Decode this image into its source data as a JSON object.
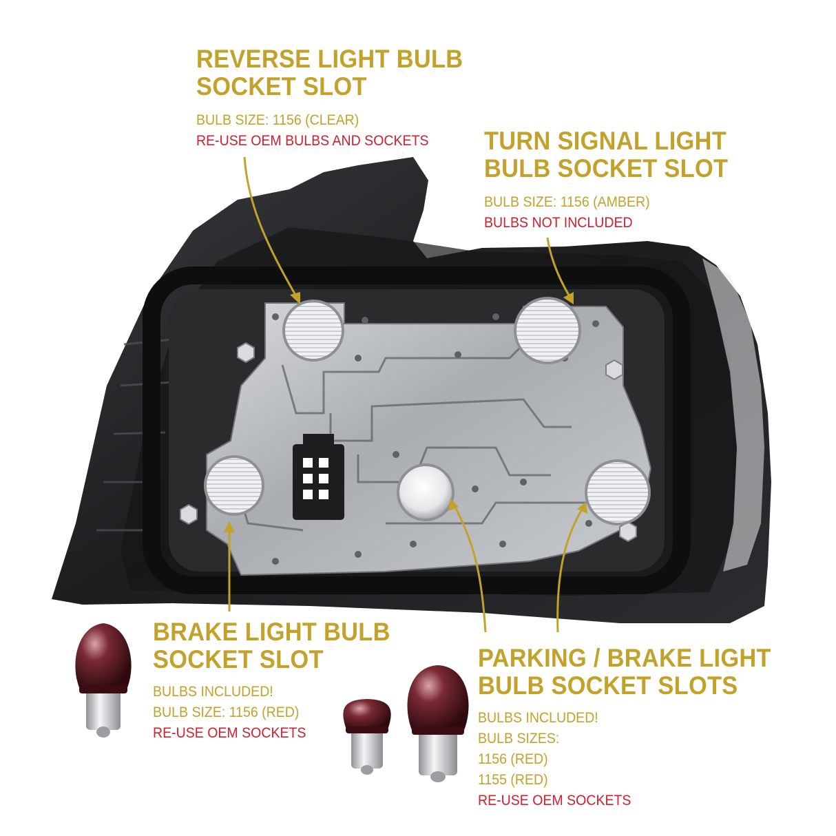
{
  "colors": {
    "heading": "#c2a22a",
    "info": "#c2a22a",
    "warning": "#cf2030",
    "background": "#ffffff"
  },
  "callouts": {
    "reverse": {
      "title_line1": "REVERSE LIGHT BULB",
      "title_line2": "SOCKET SLOT",
      "lines": [
        "BULB SIZE: 1156 (CLEAR)"
      ],
      "warning": "RE-USE OEM BULBS AND SOCKETS"
    },
    "turn": {
      "title_line1": "TURN SIGNAL LIGHT",
      "title_line2": "BULB SOCKET SLOT",
      "lines": [
        "BULB SIZE: 1156 (AMBER)"
      ],
      "warning": "BULBS NOT INCLUDED"
    },
    "brake": {
      "title_line1": "BRAKE LIGHT BULB",
      "title_line2": "SOCKET SLOT",
      "lines": [
        "BULBS INCLUDED!",
        "BULB SIZE: 1156 (RED)"
      ],
      "warning": "RE-USE OEM SOCKETS"
    },
    "parking": {
      "title_line1": "PARKING / BRAKE LIGHT",
      "title_line2": "BULB SOCKET SLOTS",
      "lines": [
        "BULBS INCLUDED!",
        "BULB SIZES:",
        "1156 (RED)",
        "1155 (RED)"
      ],
      "warning": "RE-USE OEM SOCKETS"
    }
  },
  "icons": [
    "tail-light-assembly",
    "bulb-socket-icon",
    "red-bulb-icon",
    "callout-arrow-icon"
  ]
}
